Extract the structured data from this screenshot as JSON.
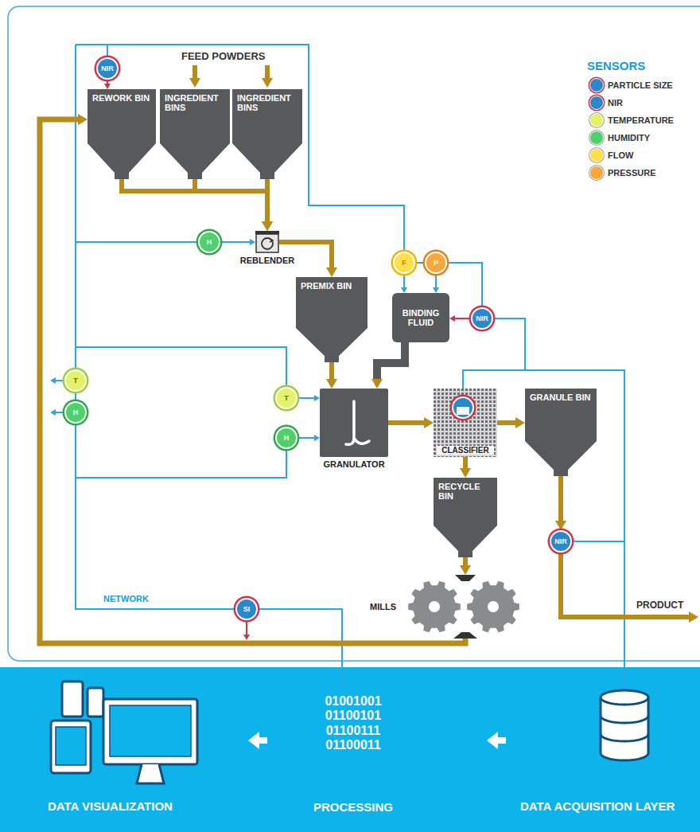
{
  "diagram": {
    "nodes": [
      {
        "text": [
          "REWORK BIN"
        ]
      },
      {
        "text": [
          "INGREDIENT BINS"
        ]
      },
      {
        "text": [
          "INGREDIENT BINS"
        ]
      },
      {
        "text": [
          "REBLENDER"
        ]
      },
      {
        "text": [
          "PREMIX BIN"
        ]
      },
      {
        "text": [
          "BINDING FLUID"
        ]
      },
      {
        "text": [
          "GRANULATOR"
        ]
      },
      {
        "text": [
          "CLASSIFIER"
        ]
      },
      {
        "text": [
          "GRANULE BIN"
        ]
      },
      {
        "text": [
          "RECYCLE BIN"
        ]
      },
      {
        "text": [
          "MILLS"
        ]
      },
      {
        "text": [
          "NIR"
        ]
      },
      {
        "text": [
          "H"
        ]
      },
      {
        "text": [
          "F"
        ]
      },
      {
        "text": [
          "P"
        ]
      },
      {
        "text": [
          "NIR"
        ]
      },
      {
        "text": [
          "T"
        ]
      },
      {
        "text": [
          "H"
        ]
      },
      {
        "text": [
          "T"
        ]
      },
      {
        "text": [
          "H"
        ]
      },
      {
        "text": [
          "SI"
        ],
        "in": 7
      },
      {
        "text": [
          "NIR"
        ]
      },
      {
        "text": [
          "SI"
        ]
      }
    ],
    "edges": [
      {
        "from": 0,
        "to": 3,
        "arrow": "to"
      },
      {
        "from": 1,
        "to": 3,
        "arrow": "to"
      },
      {
        "from": 2,
        "to": 3,
        "arrow": "to"
      },
      {
        "from": 3,
        "to": 4,
        "arrow": "to"
      },
      {
        "from": 4,
        "to": 6,
        "arrow": "to"
      },
      {
        "from": 5,
        "to": 6,
        "arrow": "to"
      },
      {
        "from": 6,
        "to": 7,
        "arrow": "to"
      },
      {
        "from": 7,
        "to": 8,
        "arrow": "to"
      },
      {
        "from": 7,
        "to": 9,
        "arrow": "to"
      },
      {
        "from": 9,
        "to": 10,
        "arrow": "to"
      },
      {
        "from": 10,
        "to": 0,
        "arrow": "to"
      },
      {
        "from": 8,
        "to": 21,
        "arrow": "to"
      },
      {
        "from": 11,
        "to": 0,
        "arrow": "to"
      },
      {
        "from": 12,
        "to": 3,
        "arrow": "to"
      },
      {
        "from": 13,
        "to": 5,
        "arrow": "to"
      },
      {
        "from": 14,
        "to": 5,
        "arrow": "to"
      },
      {
        "from": 15,
        "to": 5,
        "arrow": "to"
      },
      {
        "from": 18,
        "to": 6,
        "arrow": "to"
      },
      {
        "from": 19,
        "to": 6,
        "arrow": "to"
      }
    ],
    "labels": [
      "FEED POWDERS",
      "NETWORK",
      "PRODUCT",
      "SENSORS",
      "SI",
      "NIR",
      "T",
      "H",
      "F",
      "P",
      "01001001 01100101 01100111 01100011",
      "DATA VISUALIZATION",
      "PROCESSING",
      "DATA ACQUISITION LAYER"
    ],
    "legend": [
      {
        "text": "PARTICLE SIZE",
        "color": "#2c88c9"
      },
      {
        "text": "NIR",
        "color": "#2c88c9"
      },
      {
        "text": "TEMPERATURE",
        "color": "#e4f26a"
      },
      {
        "text": "HUMIDITY",
        "color": "#4fd06b"
      },
      {
        "text": "FLOW",
        "color": "#ffe04a"
      },
      {
        "text": "PRESSURE",
        "color": "#f9a63b"
      }
    ]
  }
}
